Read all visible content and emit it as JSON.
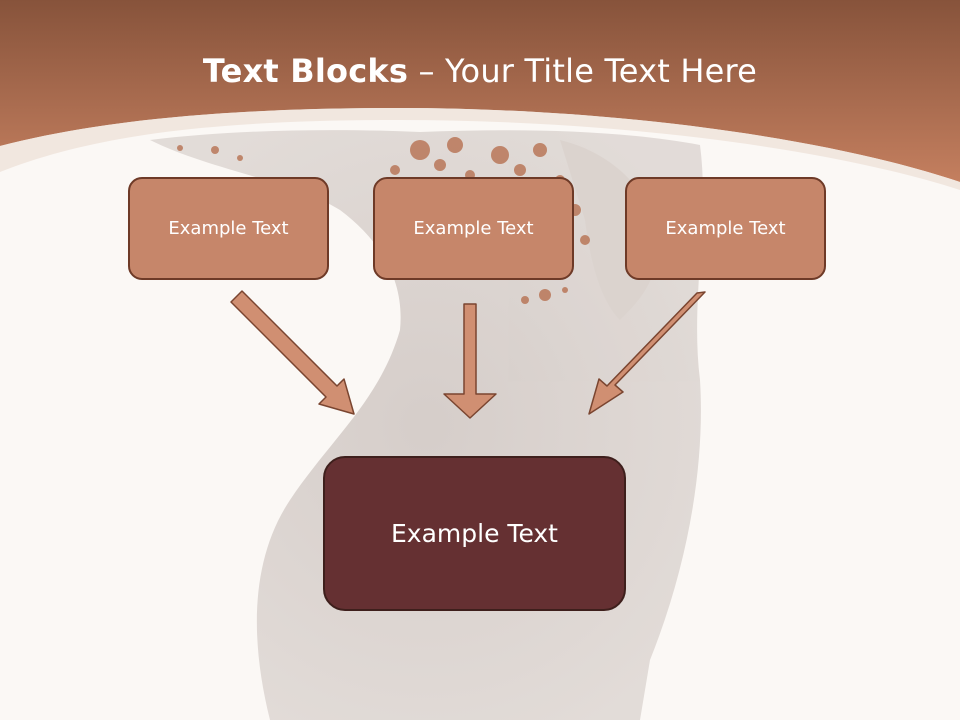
{
  "title": {
    "bold": "Text Blocks",
    "rest": " – Your Title Text Here"
  },
  "blocks": [
    {
      "label": "Example Text"
    },
    {
      "label": "Example Text"
    },
    {
      "label": "Example Text"
    }
  ],
  "main_block": {
    "label": "Example Text"
  },
  "colors": {
    "header": "#b8714f",
    "block": "#c6866a",
    "block_border": "#6e3a27",
    "main_block": "#653032",
    "arrow": "#d08f72",
    "background": "#fbf8f5"
  }
}
